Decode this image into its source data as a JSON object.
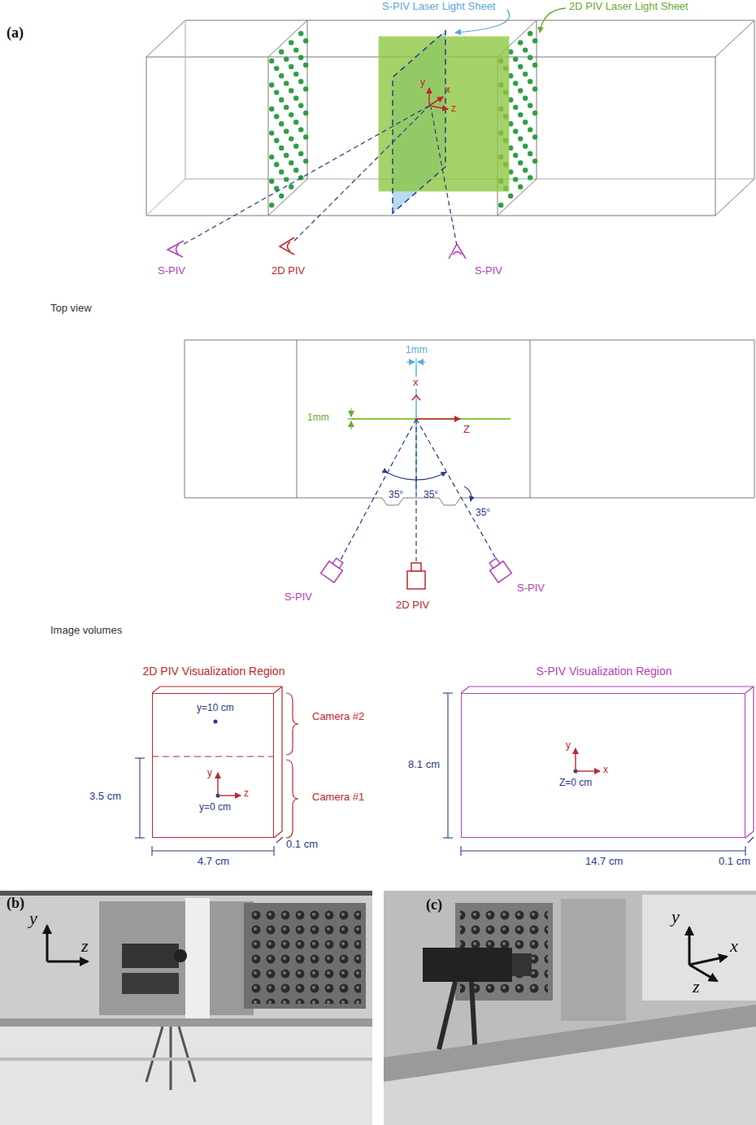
{
  "diagram": {
    "nodes": [
      {
        "text": [
          "2D PIV Visualization Region"
        ]
      },
      {
        "text": [
          "S-PIV Visualization Region"
        ]
      }
    ],
    "labels": [
      "(a)",
      "S-PIV Laser Light Sheet",
      "2D PIV Laser Light Sheet",
      "y",
      "x",
      "z",
      "S-PIV",
      "2D PIV",
      "S-PIV",
      "Top view",
      "1mm",
      "x",
      "1mm",
      "Z",
      "35°",
      "35°",
      "35°",
      "S-PIV",
      "2D PIV",
      "S-PIV",
      "Image volumes",
      "y=10 cm",
      "Camera #2",
      "y",
      "z",
      "y=0 cm",
      "Camera #1",
      "3.5 cm",
      "4.7 cm",
      "0.1 cm",
      "y",
      "x",
      "Z=0 cm",
      "8.1 cm",
      "14.7 cm",
      "0.1 cm",
      "(b)",
      "y",
      "z",
      "(c)",
      "y",
      "x",
      "z"
    ]
  }
}
